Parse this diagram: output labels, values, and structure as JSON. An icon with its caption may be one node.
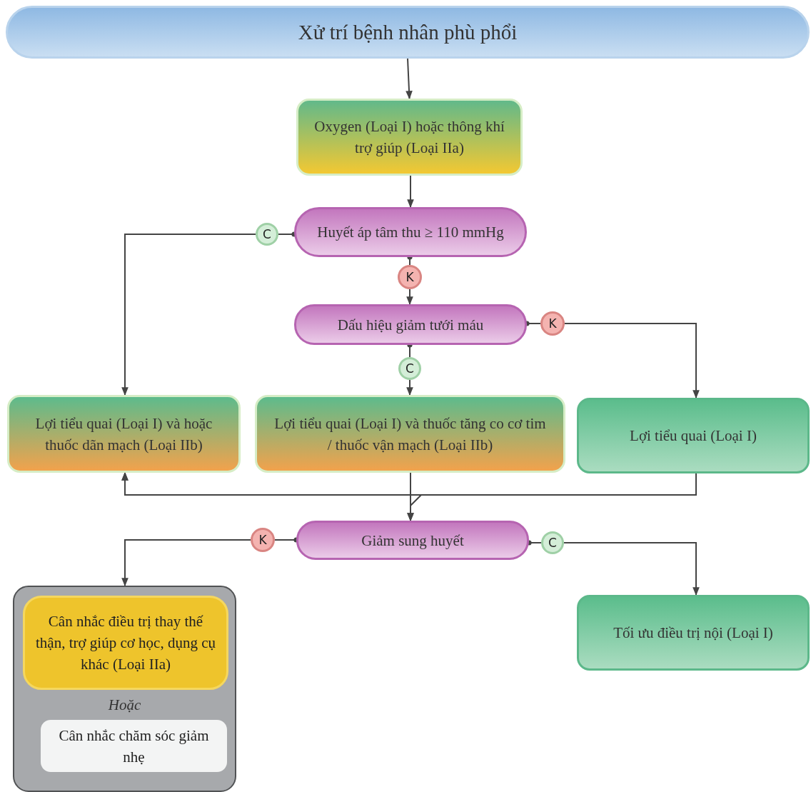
{
  "diagram": {
    "nodes": [
      {
        "text": [
          "Xử trí bệnh nhân phù phổi"
        ]
      },
      {
        "text": [
          "Oxygen (Loại I) hoặc thông khí trợ giúp (Loại IIa)"
        ]
      },
      {
        "text": [
          "Huyết áp tâm thu ≥ 110 mmHg"
        ]
      },
      {
        "text": [
          "C"
        ]
      },
      {
        "text": [
          "K"
        ]
      },
      {
        "text": [
          "Dấu hiệu giảm tưới máu"
        ]
      },
      {
        "text": [
          "K"
        ]
      },
      {
        "text": [
          "C"
        ]
      },
      {
        "text": [
          "Lợi tiểu quai (Loại I) và hoặc thuốc dãn mạch (Loại IIb)"
        ]
      },
      {
        "text": [
          "Lợi tiểu quai (Loại I) và thuốc tăng co cơ tim / thuốc vận mạch (Loại IIb)"
        ]
      },
      {
        "text": [
          "Lợi tiểu quai (Loại I)"
        ]
      },
      {
        "text": [
          "Giảm sung huyết"
        ]
      },
      {
        "text": [
          "K"
        ]
      },
      {
        "text": [
          "C"
        ]
      },
      {
        "text": [
          "Hoặc"
        ]
      },
      {
        "text": [
          "Cân nhắc điều trị thay thế thận, trợ giúp cơ học, dụng cụ khác (Loại IIa)"
        ],
        "in": 14
      },
      {
        "text": [
          "Cân nhắc chăm sóc giảm nhẹ"
        ],
        "in": 14
      },
      {
        "text": [
          "Tối ưu điều trị nội (Loại I)"
        ]
      }
    ],
    "edges": [
      {
        "from": 0,
        "to": 1,
        "arrow": "to"
      },
      {
        "from": 1,
        "to": 2,
        "arrow": "to"
      },
      {
        "from": 2,
        "to": 3,
        "arrow": "other"
      },
      {
        "from": 3,
        "to": 8,
        "arrow": "to"
      },
      {
        "from": 2,
        "to": 4,
        "arrow": "other"
      },
      {
        "from": 4,
        "to": 5,
        "arrow": "to"
      },
      {
        "from": 5,
        "to": 6,
        "arrow": "other"
      },
      {
        "from": 6,
        "to": 10,
        "arrow": "to"
      },
      {
        "from": 5,
        "to": 7,
        "arrow": "other"
      },
      {
        "from": 7,
        "to": 9,
        "arrow": "to"
      },
      {
        "from": 9,
        "to": 11,
        "arrow": "to"
      },
      {
        "from": 10,
        "to": 11,
        "arrow": "to"
      },
      {
        "from": 9,
        "to": 8,
        "arrow": "to"
      },
      {
        "from": 10,
        "to": 8,
        "arrow": "to"
      },
      {
        "from": 11,
        "to": 12,
        "arrow": "other"
      },
      {
        "from": 12,
        "to": 14,
        "arrow": "to"
      },
      {
        "from": 11,
        "to": 13,
        "arrow": "other"
      },
      {
        "from": 13,
        "to": 17,
        "arrow": "to"
      }
    ]
  }
}
